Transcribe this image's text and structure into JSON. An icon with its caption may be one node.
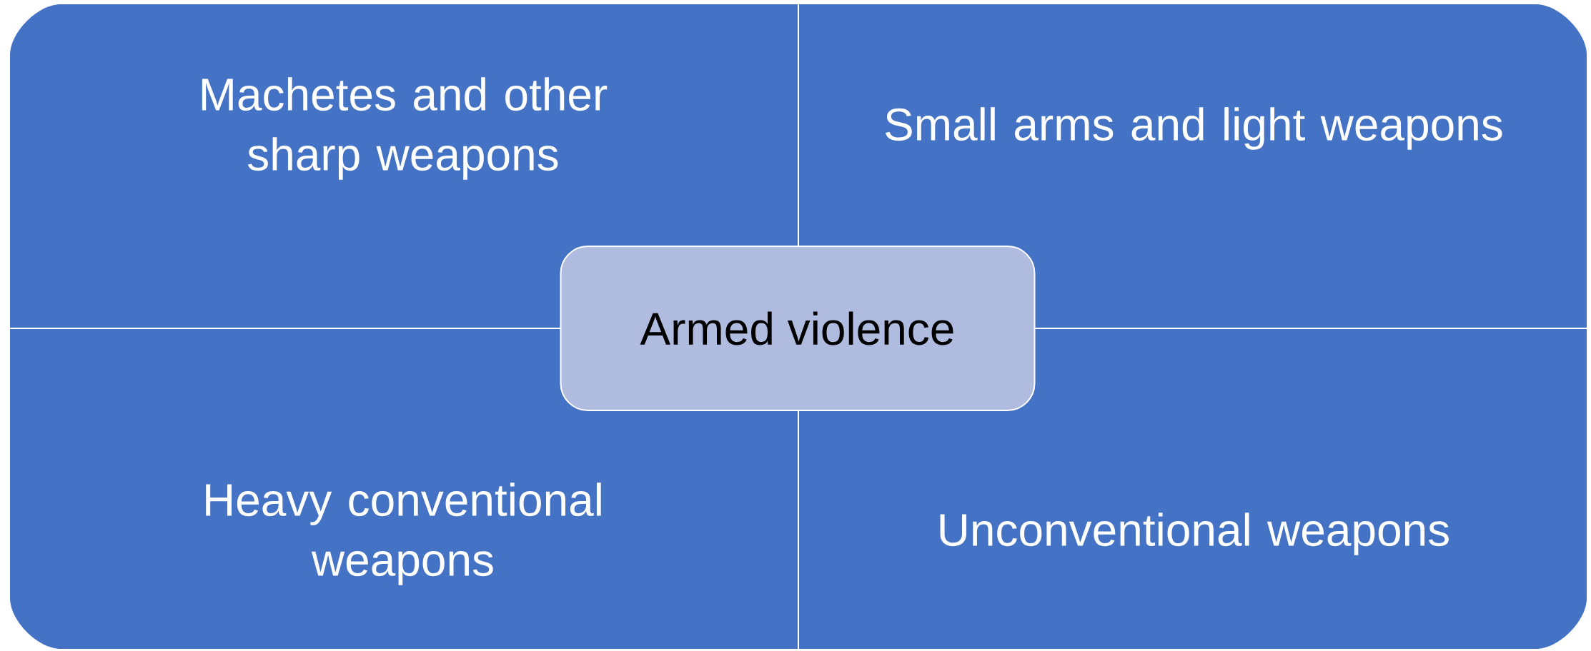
{
  "diagram": {
    "nodes": [
      {
        "text": [
          "Machetes and other sharp weapons"
        ]
      },
      {
        "text": [
          "Small arms and light weapons"
        ]
      },
      {
        "text": [
          "Armed violence"
        ]
      },
      {
        "text": [
          "Heavy conventional weapons"
        ]
      },
      {
        "text": [
          "Unconventional weapons"
        ]
      }
    ]
  }
}
